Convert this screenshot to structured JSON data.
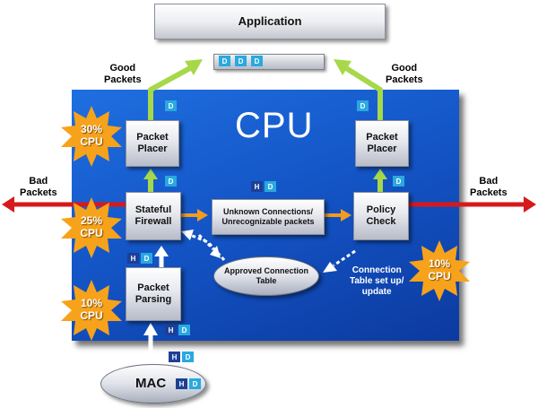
{
  "application": "Application",
  "cpu_label": "CPU",
  "good_packets_left": "Good\nPackets",
  "good_packets_right": "Good\nPackets",
  "bad_packets_left": "Bad\nPackets",
  "bad_packets_right": "Bad\nPackets",
  "packet_placer_left": "Packet\nPlacer",
  "packet_placer_right": "Packet\nPlacer",
  "stateful_firewall": "Stateful\nFirewall",
  "unknown_connections": "Unknown Connections/\nUnrecognizable packets",
  "policy_check": "Policy\nCheck",
  "packet_parsing": "Packet\nParsing",
  "approved_table": "Approved Connection\nTable",
  "connection_table_note": "Connection\nTable set up/\nupdate",
  "mac": "MAC",
  "cpu_30": "30%\nCPU",
  "cpu_25": "25%\nCPU",
  "cpu_10_left": "10%\nCPU",
  "cpu_10_right": "10%\nCPU",
  "tag_d": "D",
  "tag_h": "H",
  "colors": {
    "panel_blue": "#1456c8",
    "good_arrow": "#a6d84a",
    "bad_arrow": "#d7191c",
    "flow_arrow": "#f39c1f",
    "star": "#f7a21b",
    "d_tag": "#29a9df",
    "h_tag": "#1d3f95"
  }
}
